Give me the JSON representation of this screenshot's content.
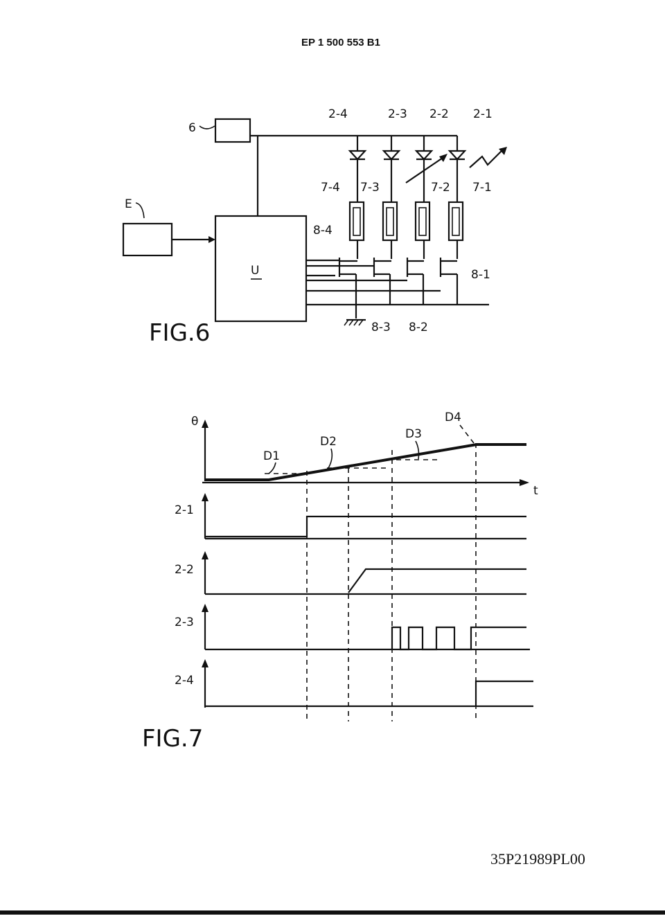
{
  "header": {
    "patent_number": "EP 1 500 553 B1"
  },
  "fig6": {
    "caption": "FIG.6",
    "labels": {
      "box_6": "6",
      "box_E": "E",
      "unit_U": "U",
      "led_2_4": "2-4",
      "led_2_3": "2-3",
      "led_2_2": "2-2",
      "led_2_1": "2-1",
      "res_7_4": "7-4",
      "res_7_3": "7-3",
      "res_7_2": "7-2",
      "res_7_1": "7-1",
      "tr_8_4": "8-4",
      "tr_8_3": "8-3",
      "tr_8_2": "8-2",
      "tr_8_1": "8-1"
    }
  },
  "fig7": {
    "caption": "FIG.7",
    "axis_theta": "θ",
    "axis_t": "t",
    "thresholds": [
      "D1",
      "D2",
      "D3",
      "D4"
    ],
    "channels": [
      "2-1",
      "2-2",
      "2-3",
      "2-4"
    ]
  },
  "footer": {
    "code": "35P21989PL00"
  }
}
